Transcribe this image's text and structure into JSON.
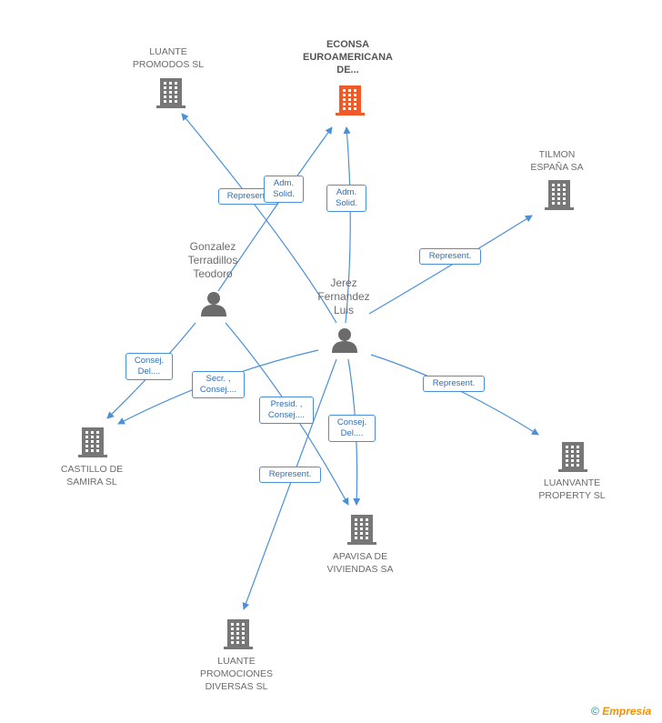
{
  "colors": {
    "edge": "#4a90d9",
    "building": "#777777",
    "building_main": "#f05a28",
    "person": "#6b6b6b"
  },
  "nodes": {
    "luante_promodos": "LUANTE\nPROMODOS SL",
    "econsa": "ECONSA\nEUROAMERICANA\nDE...",
    "tilmon": "TILMON\nESPAÑA SA",
    "gonzalez": "Gonzalez\nTerradillos\nTeodoro",
    "jerez": "Jerez\nFernandez\nLuis",
    "castillo": "CASTILLO DE\nSAMIRA SL",
    "luanvante": "LUANVANTE\nPROPERTY SL",
    "apavisa": "APAVISA DE\nVIVIENDAS SA",
    "luante_promociones": "LUANTE\nPROMOCIONES\nDIVERSAS SL"
  },
  "edges": {
    "e1": "Represent.",
    "e2": "Adm.\nSolid.",
    "e3": "Adm.\nSolid.",
    "e4": "Represent.",
    "e5": "Consej.\nDel....",
    "e6": "Secr. ,\nConsej....",
    "e7": "Presid. ,\nConsej....",
    "e8": "Consej.\nDel....",
    "e9": "Represent.",
    "e10": "Represent."
  },
  "footer": {
    "copyright": "©",
    "brand": "Empresia"
  }
}
